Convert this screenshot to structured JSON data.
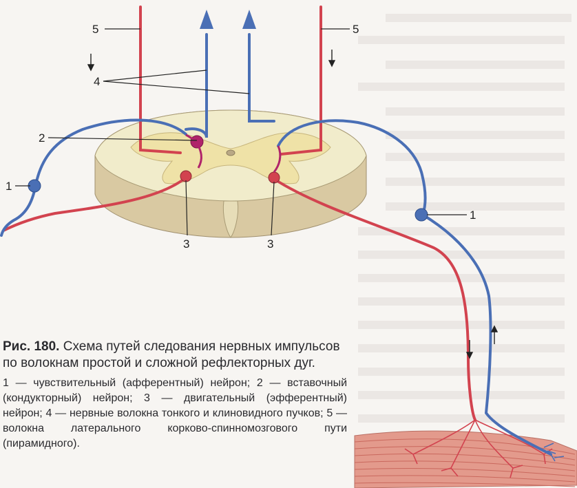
{
  "figure": {
    "number": "Рис. 180.",
    "title": "Схема путей следования нервных импульсов по волокнам простой и сложной рефлекторных дуг.",
    "legend": "1 — чувствительный (афферентный) нейрон; 2 — вставочный (кондукторный) нейрон; 3 — двигательный (эфферентный) нейрон; 4 — нервные волокна тонкого и клиновидного пучков; 5 — волокна латерального корково-спинномозгового пути (пирамидного)."
  },
  "labels": {
    "l1_left": "1",
    "l1_right": "1",
    "l2": "2",
    "l3_left": "3",
    "l3_right": "3",
    "l4": "4",
    "l5_left": "5",
    "l5_right": "5"
  },
  "colors": {
    "afferent_blue": "#4a6fb5",
    "efferent_red": "#d2434f",
    "interneuron": "#b0246a",
    "cord_white": "#f1eccb",
    "cord_grey": "#efe2a7",
    "muscle": "#e39a8c"
  }
}
